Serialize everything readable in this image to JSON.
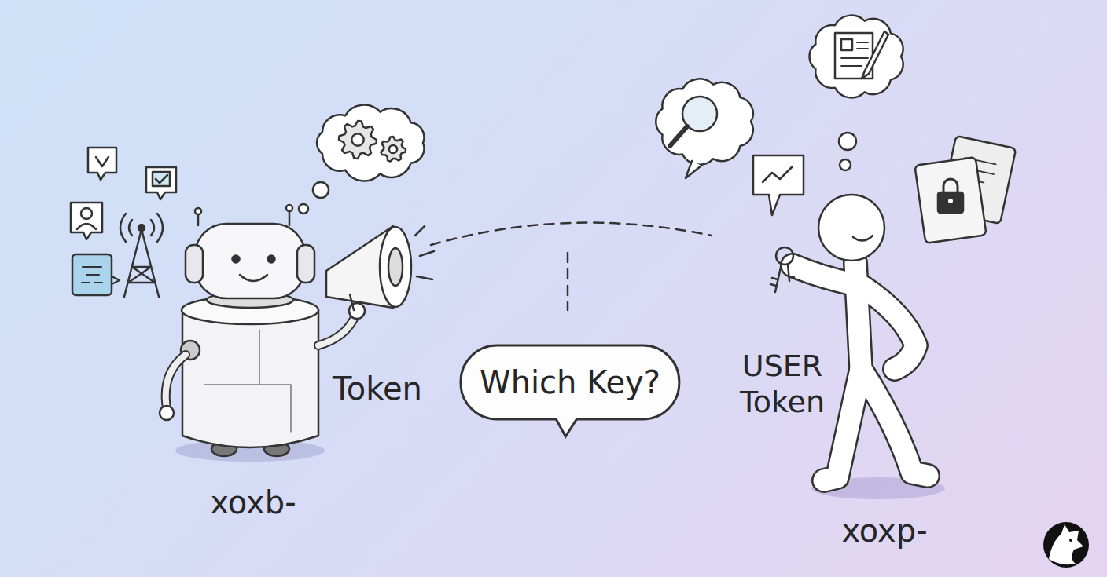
{
  "diagram": {
    "nodes": [
      {
        "text": [
          "Which Key?"
        ]
      }
    ],
    "labels": [
      "Token",
      "xoxb-",
      "USER Token",
      "xoxp-"
    ]
  }
}
